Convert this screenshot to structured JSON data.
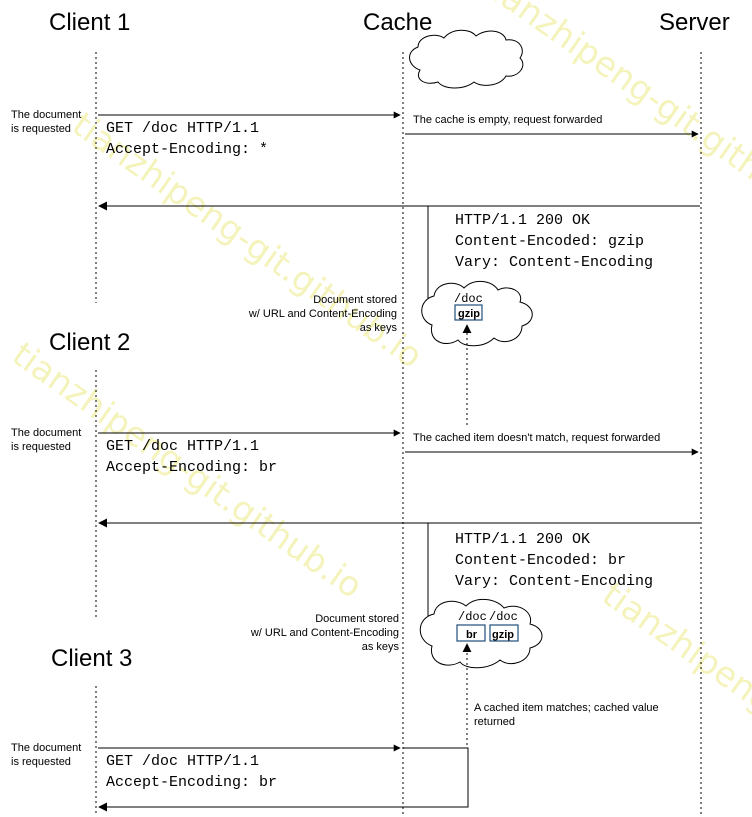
{
  "actors": {
    "client1": "Client 1",
    "cache": "Cache",
    "server": "Server",
    "client2": "Client 2",
    "client3": "Client 3"
  },
  "colors": {
    "line": "#000000",
    "key_border": "#1f4e79",
    "watermark": "#f3f2b0"
  },
  "watermark": "tianzhipeng-git.github.io",
  "step1": {
    "client_note": [
      "The document",
      "is requested"
    ],
    "request": [
      "GET /doc HTTP/1.1",
      "Accept-Encoding: *"
    ],
    "cache_note": "The cache is empty, request forwarded",
    "response": [
      "HTTP/1.1 200 OK",
      "Content-Encoded: gzip",
      "Vary: Content-Encoding"
    ],
    "store_note": [
      "Document stored",
      "w/ URL and Content-Encoding",
      "as keys"
    ],
    "cloud_label": "/doc",
    "cloud_key": "gzip"
  },
  "step2": {
    "client_note": [
      "The document",
      "is requested"
    ],
    "request": [
      "GET /doc HTTP/1.1",
      "Accept-Encoding: br"
    ],
    "cache_note": "The cached item doesn't match, request forwarded",
    "response": [
      "HTTP/1.1 200 OK",
      "Content-Encoded: br",
      "Vary: Content-Encoding"
    ],
    "store_note": [
      "Document stored",
      "w/ URL and Content-Encoding",
      "as keys"
    ],
    "cloud_labels": [
      "/doc",
      "/doc"
    ],
    "cloud_keys": [
      "br",
      "gzip"
    ]
  },
  "step3": {
    "match_note": [
      "A cached item matches; cached value",
      "returned"
    ],
    "client_note": [
      "The document",
      "is requested"
    ],
    "request": [
      "GET /doc HTTP/1.1",
      "Accept-Encoding: br"
    ]
  }
}
